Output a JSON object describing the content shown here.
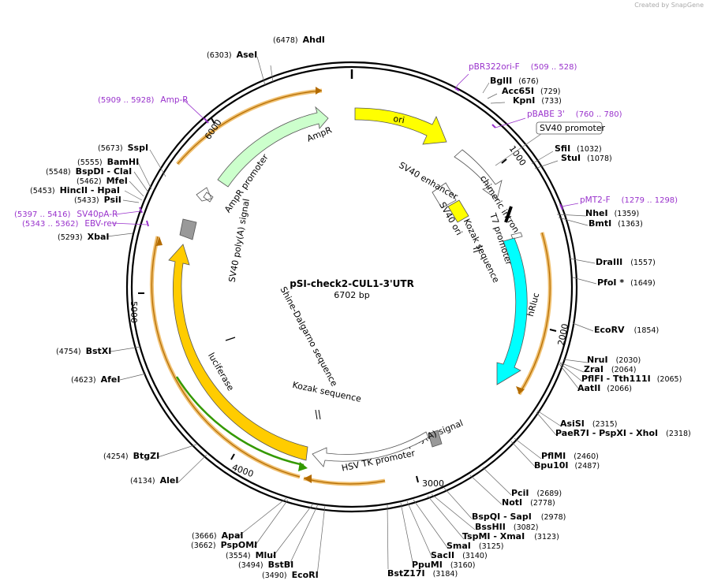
{
  "credit": "Created by SnapGene",
  "plasmid": {
    "name": "pSI-check2-CUL1-3'UTR",
    "length_label": "6702 bp",
    "length": 6702
  },
  "ticks": [
    {
      "pos": 1000,
      "label": "1000"
    },
    {
      "pos": 2000,
      "label": "2000"
    },
    {
      "pos": 3000,
      "label": "3000"
    },
    {
      "pos": 4000,
      "label": "4000"
    },
    {
      "pos": 5000,
      "label": "5000"
    },
    {
      "pos": 6000,
      "label": "6000"
    }
  ],
  "enzymes": [
    {
      "name": "AhdI",
      "pos": "(6478)"
    },
    {
      "name": "AseI",
      "pos": "(6303)"
    },
    {
      "name": "BglII",
      "pos": "(676)"
    },
    {
      "name": "Acc65I",
      "pos": "(729)"
    },
    {
      "name": "KpnI",
      "pos": "(733)"
    },
    {
      "name": "SfiI",
      "pos": "(1032)"
    },
    {
      "name": "StuI",
      "pos": "(1078)"
    },
    {
      "name": "NheI",
      "pos": "(1359)"
    },
    {
      "name": "BmtI",
      "pos": "(1363)"
    },
    {
      "name": "DraIII",
      "pos": "(1557)"
    },
    {
      "name": "PfoI *",
      "pos": "(1649)"
    },
    {
      "name": "EcoRV",
      "pos": "(1854)"
    },
    {
      "name": "NruI",
      "pos": "(2030)"
    },
    {
      "name": "ZraI",
      "pos": "(2064)"
    },
    {
      "name": "PflFI  - Tth111I",
      "pos": "(2065)"
    },
    {
      "name": "AatII",
      "pos": "(2066)"
    },
    {
      "name": "AsiSI",
      "pos": "(2315)"
    },
    {
      "name": "PaeR7I  - PspXI  - XhoI",
      "pos": "(2318)"
    },
    {
      "name": "PflMI",
      "pos": "(2460)"
    },
    {
      "name": "Bpu10I",
      "pos": "(2487)"
    },
    {
      "name": "PciI",
      "pos": "(2689)"
    },
    {
      "name": "NotI",
      "pos": "(2778)"
    },
    {
      "name": "BspQI  - SapI",
      "pos": "(2978)"
    },
    {
      "name": "BssHII",
      "pos": "(3082)"
    },
    {
      "name": "TspMI  - XmaI",
      "pos": "(3123)"
    },
    {
      "name": "SmaI",
      "pos": "(3125)"
    },
    {
      "name": "SacII",
      "pos": "(3140)"
    },
    {
      "name": "PpuMI",
      "pos": "(3160)"
    },
    {
      "name": "BstZ17I",
      "pos": "(3184)"
    },
    {
      "name": "EcoRI",
      "pos": "(3490)"
    },
    {
      "name": "BstBI",
      "pos": "(3494)"
    },
    {
      "name": "MluI",
      "pos": "(3554)"
    },
    {
      "name": "PspOMI",
      "pos": "(3662)"
    },
    {
      "name": "ApaI",
      "pos": "(3666)"
    },
    {
      "name": "AleI",
      "pos": "(4134)"
    },
    {
      "name": "BtgZI",
      "pos": "(4254)"
    },
    {
      "name": "AfeI",
      "pos": "(4623)"
    },
    {
      "name": "BstXI",
      "pos": "(4754)"
    },
    {
      "name": "XbaI",
      "pos": "(5293)"
    },
    {
      "name": "PsiI",
      "pos": "(5433)"
    },
    {
      "name": "HincII  - HpaI",
      "pos": "(5453)"
    },
    {
      "name": "MfeI",
      "pos": "(5462)"
    },
    {
      "name": "BspDI  - ClaI",
      "pos": "(5548)"
    },
    {
      "name": "BamHI",
      "pos": "(5555)"
    },
    {
      "name": "SspI",
      "pos": "(5673)"
    }
  ],
  "primers": [
    {
      "name": "pBR322ori-F",
      "range": "(509 .. 528)"
    },
    {
      "name": "pBABE 3'",
      "range": "(760 .. 780)"
    },
    {
      "name": "pMT2-F",
      "range": "(1279 .. 1298)"
    },
    {
      "name": "Amp-R",
      "range": "(5909 .. 5928)"
    },
    {
      "name": "SV40pA-R",
      "range": "(5397 .. 5416)"
    },
    {
      "name": "EBV-rev",
      "range": "(5343 .. 5362)"
    }
  ],
  "boxed_label": "SV40 promoter",
  "features": {
    "ori": "ori",
    "ampr": "AmpR",
    "ampr_promoter": "AmpR promoter",
    "chimeric_intron": "chimeric intron",
    "t7_promoter": "T7 promoter",
    "sv40_enhancer": "SV40 enhancer",
    "sv40_ori": "SV40 ori",
    "kozak1": "Kozak sequence",
    "hrluc": "hRluc",
    "polya": "poly(A) signal",
    "hsv_tk": "HSV TK promoter",
    "kozak2": "Kozak sequence",
    "luciferase": "luciferase",
    "shine": "Shine-Dalgarno sequence",
    "sv40_polya": "SV40 poly(A) signal"
  },
  "colors": {
    "ori": "#ffff00",
    "ampr": "#ccffcc",
    "hrluc": "#00ffff",
    "luciferase": "#ffcc00",
    "sv40": "#ffff00",
    "orf": "#f0a000",
    "primer": "#9932cc",
    "luc_inner": "#339900"
  }
}
